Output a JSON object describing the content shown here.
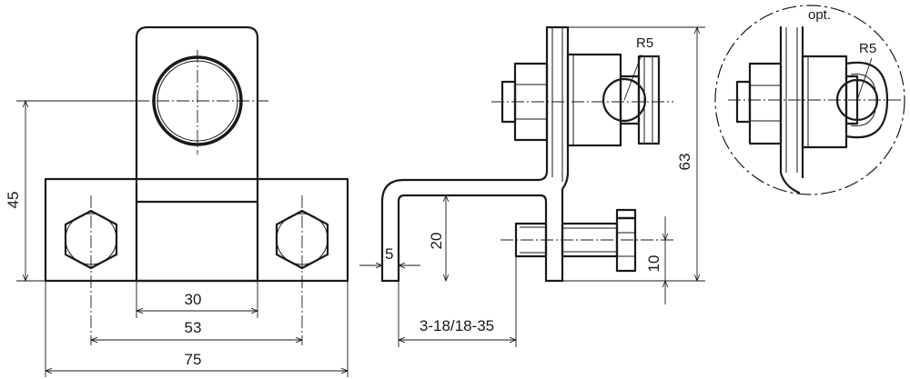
{
  "front_view": {
    "dim_height_45": "45",
    "dim_width_30": "30",
    "dim_width_53": "53",
    "dim_width_75": "75"
  },
  "side_view": {
    "radius_label": "R5",
    "dim_thickness_5": "5",
    "dim_height_20": "20",
    "dim_range": "3-18/18-35",
    "dim_height_63": "63",
    "dim_height_10": "10"
  },
  "detail_view": {
    "optional_label": "opt.",
    "radius_label": "R5"
  },
  "colors": {
    "line": "#1a1a1a",
    "background": "#ffffff"
  }
}
